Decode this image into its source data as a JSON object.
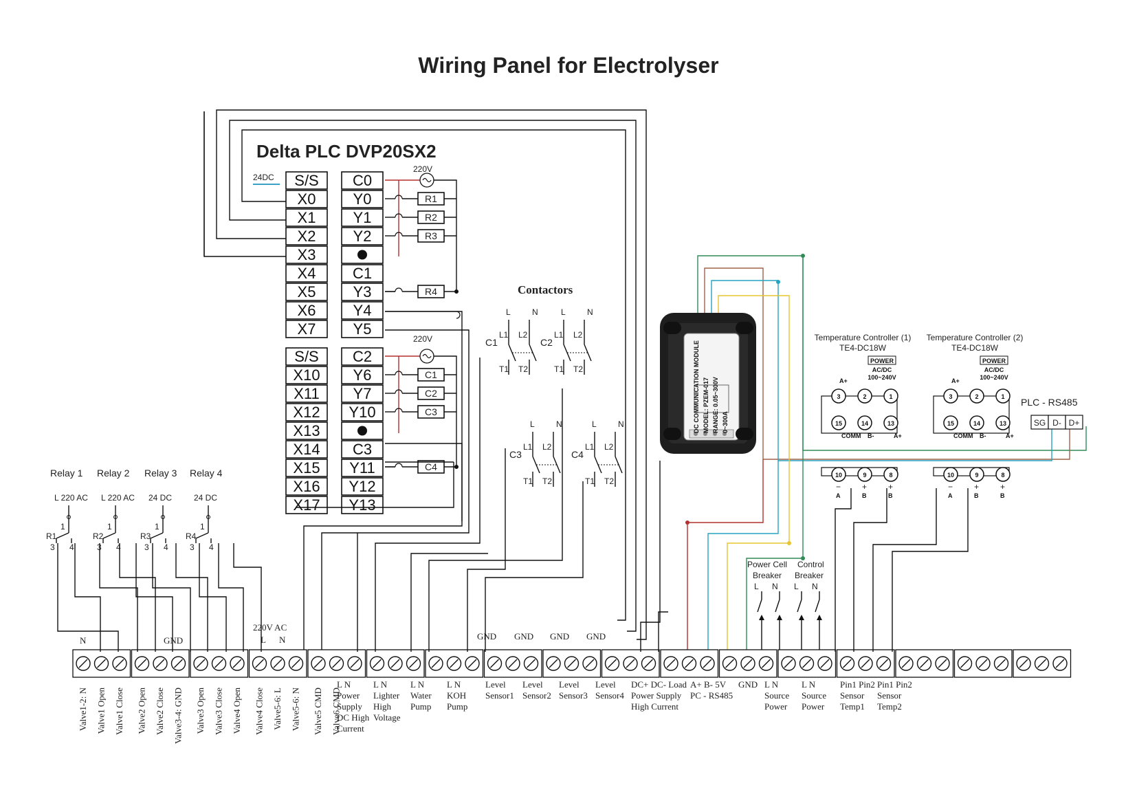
{
  "title": "Wiring Panel for Electrolyser",
  "plc": {
    "title": "Delta PLC DVP20SX2",
    "supply_label": "24DC",
    "ac_label_top": "220V",
    "ac_label_bottom": "220V",
    "inputs_top": [
      "S/S",
      "X0",
      "X1",
      "X2",
      "X3",
      "X4",
      "X5",
      "X6",
      "X7"
    ],
    "outputs_top": [
      "C0",
      "Y0",
      "Y1",
      "Y2",
      "●",
      "C1",
      "Y3",
      "Y4",
      "Y5"
    ],
    "inputs_bottom": [
      "S/S",
      "X10",
      "X11",
      "X12",
      "X13",
      "X14",
      "X15",
      "X16",
      "X17"
    ],
    "outputs_bottom": [
      "C2",
      "Y6",
      "Y7",
      "Y10",
      "●",
      "C3",
      "Y11",
      "Y12",
      "Y13"
    ],
    "relay_coils": [
      "R1",
      "R2",
      "R3",
      "R4"
    ],
    "contactor_coils": [
      "C1",
      "C2",
      "C3",
      "C4"
    ]
  },
  "contactors": {
    "title": "Contactors",
    "units": [
      {
        "name": "C1",
        "top": [
          "L",
          "N"
        ]
      },
      {
        "name": "C2",
        "top": [
          "L",
          "N"
        ]
      },
      {
        "name": "C3",
        "top": [
          "L",
          "N"
        ]
      },
      {
        "name": "C4",
        "top": [
          "L",
          "N"
        ]
      }
    ],
    "contact_labels": [
      "L1",
      "L2",
      "T1",
      "T2"
    ]
  },
  "relays": {
    "names": [
      "Relay 1",
      "Relay 2",
      "Relay 3",
      "Relay 4"
    ],
    "ratings": [
      "L  220 AC",
      "L  220 AC",
      "24 DC",
      "24 DC"
    ],
    "coils": [
      "R1",
      "R2",
      "R3",
      "R4"
    ],
    "pins": [
      "1",
      "3",
      "4"
    ]
  },
  "comm_module": {
    "lines": [
      "DC COMMUNICATION MODULE",
      "MODEL: PZEM-017",
      "RANGE: 0.05~300V",
      "0~300A"
    ]
  },
  "temp_controllers": [
    {
      "name": "Temperature Controller (1)",
      "model": "TE4-DC18W",
      "power": "POWER",
      "supply": "AC/DC",
      "range": "100~240V"
    },
    {
      "name": "Temperature Controller (2)",
      "model": "TE4-DC18W",
      "power": "POWER",
      "supply": "AC/DC",
      "range": "100~240V"
    }
  ],
  "tc_pins": {
    "top": [
      "3",
      "2",
      "1"
    ],
    "mid": [
      "15",
      "14",
      "13"
    ],
    "mid_labels": [
      "COMM",
      "B-",
      "A+"
    ],
    "bottom": [
      "10",
      "9",
      "8"
    ],
    "bottom_signs": [
      "−",
      "+",
      "+"
    ],
    "bottom_labels": [
      "A",
      "B",
      "B"
    ],
    "top_sign": "A+"
  },
  "rs485": {
    "label": "PLC - RS485",
    "pins": [
      "SG",
      "D-",
      "D+"
    ]
  },
  "breakers": {
    "power_cell": [
      "Power Cell",
      "Breaker"
    ],
    "control": [
      "Control",
      "Breaker"
    ],
    "poles": [
      "L",
      "N"
    ]
  },
  "terminal_top_labels": {
    "n": "N",
    "gnd": "GND",
    "ac": "220V AC",
    "ac_l": "L",
    "ac_n": "N",
    "gnd_sensors": [
      "GND",
      "GND",
      "GND",
      "GND"
    ]
  },
  "vertical_labels": [
    "Valve1-2: N",
    "Valve1 Open",
    "Valve1 Close",
    "Valve2 Open",
    "Valve2 Close",
    "Valve3-4: GND",
    "Valve3 Open",
    "Valve3 Close",
    "Valve4 Open",
    "Valve4 Close",
    "Valve5-6: L",
    "Valve5-6: N",
    "Valve5 CMD",
    "Valve6 CMD"
  ],
  "group_labels": [
    {
      "lines": [
        "L    N",
        "Power",
        "Supply",
        "DC High",
        "Current"
      ]
    },
    {
      "lines": [
        "L    N",
        "Lighter",
        "High",
        "Voltage"
      ]
    },
    {
      "lines": [
        "L    N",
        "Water",
        "Pump"
      ]
    },
    {
      "lines": [
        "L    N",
        "KOH",
        "Pump"
      ]
    },
    {
      "lines": [
        "Level",
        "Sensor1"
      ]
    },
    {
      "lines": [
        "Level",
        "Sensor2"
      ]
    },
    {
      "lines": [
        "Level",
        "Sensor3"
      ]
    },
    {
      "lines": [
        "Level",
        "Sensor4"
      ]
    },
    {
      "lines": [
        "DC+ DC- Load",
        "Power Supply",
        "High Current"
      ]
    },
    {
      "lines": [
        "A+   B-   5V",
        "PC -  RS485"
      ]
    },
    {
      "lines": [
        "GND"
      ]
    },
    {
      "lines": [
        "L    N",
        "Source",
        "Power"
      ]
    },
    {
      "lines": [
        "L    N",
        "Source",
        "Power"
      ]
    },
    {
      "lines": [
        "Pin1 Pin2",
        "Sensor",
        "Temp1"
      ]
    },
    {
      "lines": [
        "Pin1 Pin2",
        "Sensor",
        "Temp2"
      ]
    }
  ],
  "colors": {
    "wire": "#111111",
    "red": "#b3302d",
    "green": "#2f8a57",
    "cyan": "#22a4c4",
    "yellow": "#e6c531",
    "brown": "#a0624a",
    "supply_underline": "#3aa0c8"
  }
}
